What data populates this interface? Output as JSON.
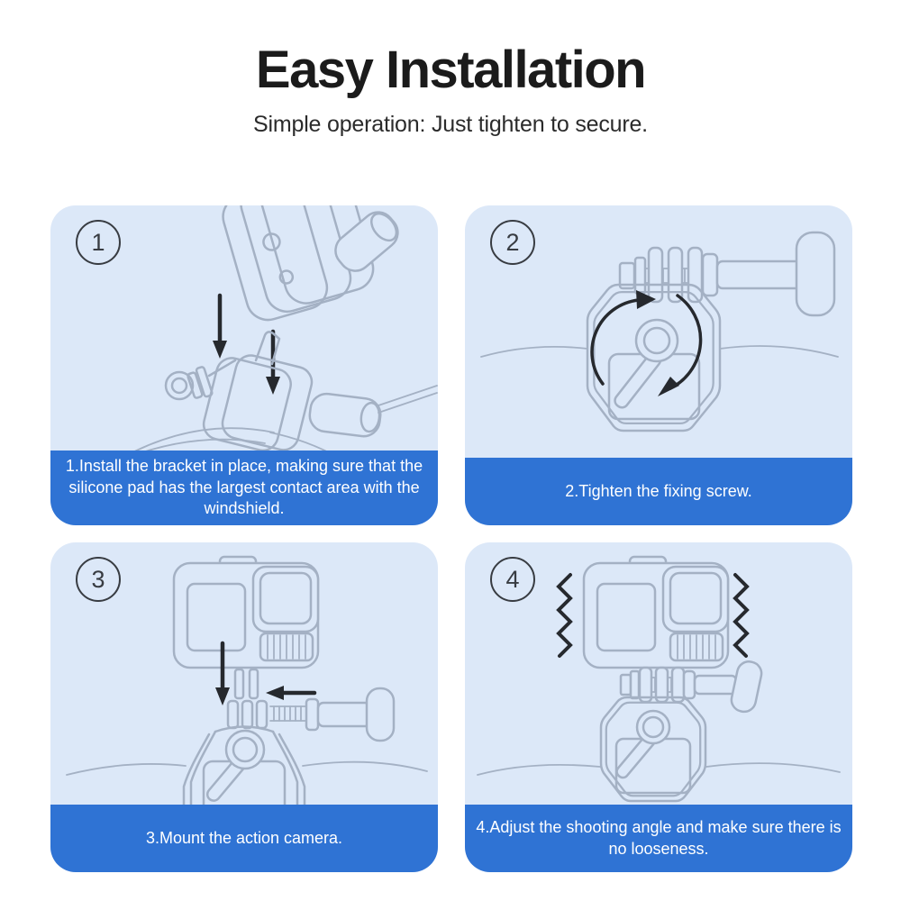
{
  "header": {
    "title": "Easy Installation",
    "subtitle": "Simple operation: Just tighten to secure."
  },
  "colors": {
    "panel_background": "#dce8f8",
    "caption_background": "#2f73d4",
    "caption_text": "#ffffff",
    "line_art": "#a4b1c4",
    "arrow": "#26292e",
    "title_text": "#1b1b1b"
  },
  "steps": [
    {
      "number": "1",
      "caption": "1.Install the bracket in place, making sure that the silicone pad has the largest contact area with the windshield.",
      "illustration": "bracket-install-drawing"
    },
    {
      "number": "2",
      "caption": "2.Tighten the fixing screw.",
      "illustration": "tighten-screw-drawing"
    },
    {
      "number": "3",
      "caption": "3.Mount the action camera.",
      "illustration": "mount-camera-drawing"
    },
    {
      "number": "4",
      "caption": "4.Adjust the shooting angle and make sure there is no looseness.",
      "illustration": "adjust-angle-drawing"
    }
  ]
}
